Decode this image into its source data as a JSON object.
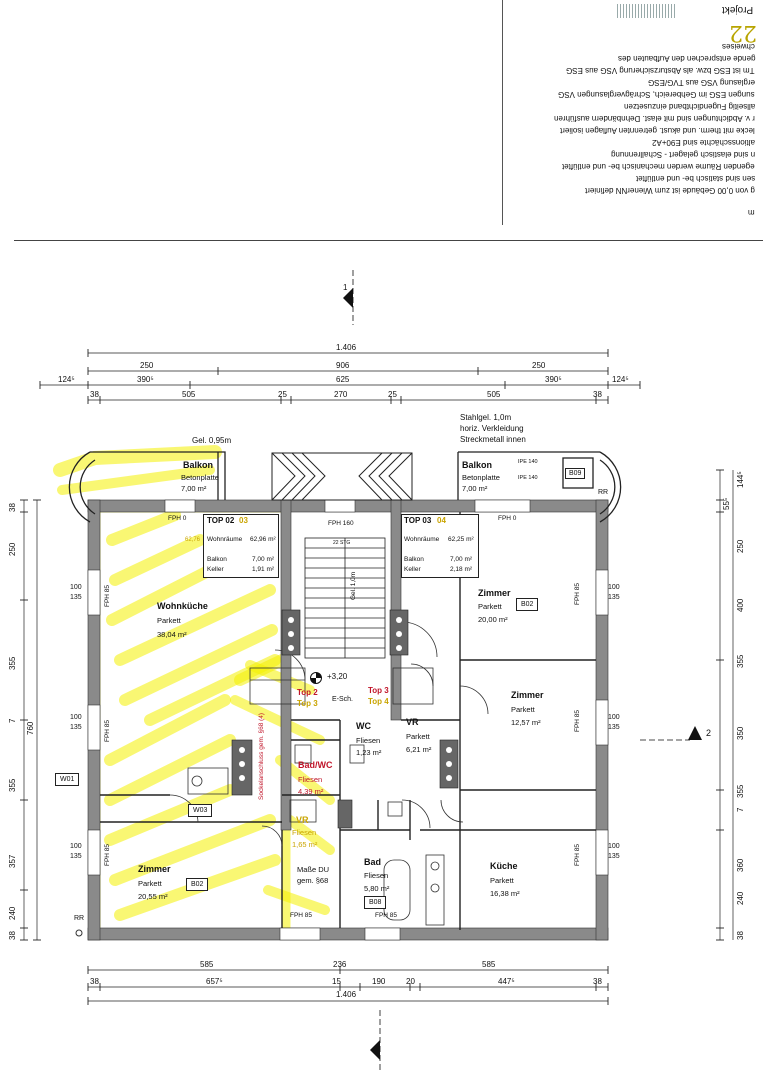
{
  "header_notes": {
    "stamp": "Projekt",
    "lines": [
      "m",
      "g von 0,00 Gebäude ist zum WienerNN definiert",
      "sen sind statisch be- und entlüftet",
      "egenden Räume werden mechanisch be- und entlüftet",
      "n sind elastisch gelagert - Schallrennung",
      "altionsschächte sind E90+A2",
      "lecke mit therm. und akust. getrennten Auflagen isoliert",
      "r v. Abdichtungen sind mit elast. Dehnbändern ausführen",
      "allseitig Fugendichtband einzusetzen",
      "sungen ESG im Gehbereich, Schrägverglasungen VSG",
      "erglasung VSG aus TVG/ESG",
      "Tm ist ESG bzw. als Absturzsicherung VSG aus ESG",
      "gende entsprechen den Aufbauten des",
      "chweises"
    ],
    "handwritten": "22"
  },
  "dimensions": {
    "top_total": "1.406",
    "top_row2": [
      "250",
      "906",
      "250"
    ],
    "top_row3": [
      "124⁵",
      "390⁵",
      "625",
      "390⁵",
      "124⁵"
    ],
    "top_row4": [
      "38",
      "505",
      "25",
      "270",
      "25",
      "505",
      "38"
    ],
    "bottom_row1": [
      "585",
      "236",
      "585"
    ],
    "bottom_row2": [
      "38",
      "657⁵",
      "15",
      "190",
      "20",
      "447⁵",
      "38"
    ],
    "bottom_total": "1.406",
    "left_total": "760",
    "left_parts": [
      "38",
      "250",
      "355",
      "7",
      "355",
      "357",
      "240",
      "38"
    ],
    "right_parts": [
      "144⁵",
      "55⁵",
      "250",
      "400",
      "355",
      "350",
      "355",
      "7",
      "360",
      "240",
      "38"
    ]
  },
  "annotations": {
    "gel_left": "Gel. 0,95m",
    "steel_rail": [
      "Stahlgel. 1,0m",
      "horiz. Verkleidung",
      "Streckmetall innen"
    ],
    "section_a": "1",
    "section_b": "2",
    "level": "+3,20",
    "esch": "E-Sch.",
    "rr_left": "RR",
    "rr_right": "RR",
    "fph": "FPH",
    "fph0": "FPH 0",
    "fph160": "FPH 160",
    "fph85": "FPH 85",
    "w01": "W01",
    "w03": "W03",
    "b02": "B02",
    "b08": "B08",
    "b09": "B09",
    "ipe": "IPE 140",
    "gel_stair": "Gel. 1,0m",
    "stair_text": "22 STG",
    "sockel": "Sockelanschluss gem. §68 (4)",
    "mass_du": "Maße DU",
    "gem68": "gem. §68",
    "window_100": "100",
    "window_135": "135"
  },
  "rooms": {
    "balkon_left": {
      "title": "Balkon",
      "sub": "Betonplatte",
      "area": "7,00 m²"
    },
    "balkon_right": {
      "title": "Balkon",
      "sub": "Betonplatte",
      "area": "7,00 m²"
    },
    "top02": {
      "title": "TOP 02",
      "alt": "03",
      "wohn_label": "Wohnräume",
      "wohn": "62,96 m²",
      "balkon_label": "Balkon",
      "balkon": "7,00 m²",
      "keller_label": "Keller",
      "keller": "1,91 m²",
      "note": "62,76"
    },
    "top03": {
      "title": "TOP 03",
      "alt": "04",
      "wohn_label": "Wohnräume",
      "wohn": "62,25 m²",
      "balkon_label": "Balkon",
      "balkon": "7,00 m²",
      "keller_label": "Keller",
      "keller": "2,18 m²"
    },
    "wohnkueche": {
      "title": "Wohnküche",
      "sub": "Parkett",
      "area": "38,04 m²"
    },
    "zimmer_tr": {
      "title": "Zimmer",
      "sub": "Parkett",
      "area": "20,00 m²"
    },
    "zimmer_mr": {
      "title": "Zimmer",
      "sub": "Parkett",
      "area": "12,57 m²"
    },
    "zimmer_bl": {
      "title": "Zimmer",
      "sub": "Parkett",
      "area": "20,55 m²"
    },
    "kueche": {
      "title": "Küche",
      "sub": "Parkett",
      "area": "16,38 m²"
    },
    "bad": {
      "title": "Bad",
      "sub": "Fliesen",
      "area": "5,80 m²"
    },
    "vr": {
      "title": "VR",
      "sub": "Parkett",
      "area": "6,21 m²"
    },
    "wc": {
      "title": "WC",
      "sub": "Fliesen",
      "area": "1,23 m²"
    },
    "bad_wc": {
      "title": "Bad/WC",
      "sub": "Fliesen",
      "area": "4,39 m²"
    },
    "vr_left": {
      "title": "VR",
      "sub": "Fliesen",
      "area": "1,65 m²"
    },
    "top2": "Top 2",
    "top3_a": "Top 3",
    "top3_b": "Top 3",
    "top4": "Top 4"
  },
  "colors": {
    "highlight": "#f4f000",
    "wall": "#7d7d7d",
    "red": "#c0152a",
    "gold": "#c9a400"
  }
}
